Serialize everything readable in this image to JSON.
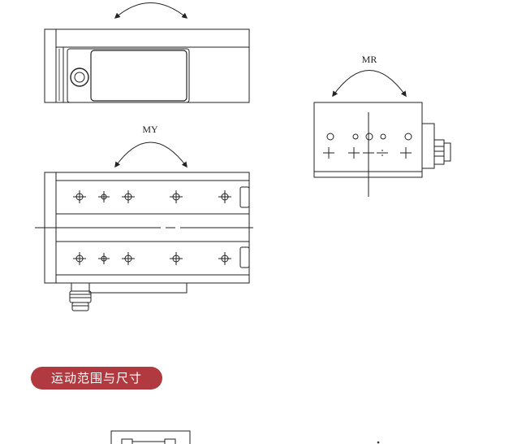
{
  "diagram": {
    "rotation_labels": {
      "mr": "MR",
      "my": "MY"
    }
  },
  "section": {
    "title": "运动范围与尺寸"
  },
  "colors": {
    "line": "#222222",
    "badge_bg": "#b03a3f",
    "badge_text": "#ffffff"
  }
}
